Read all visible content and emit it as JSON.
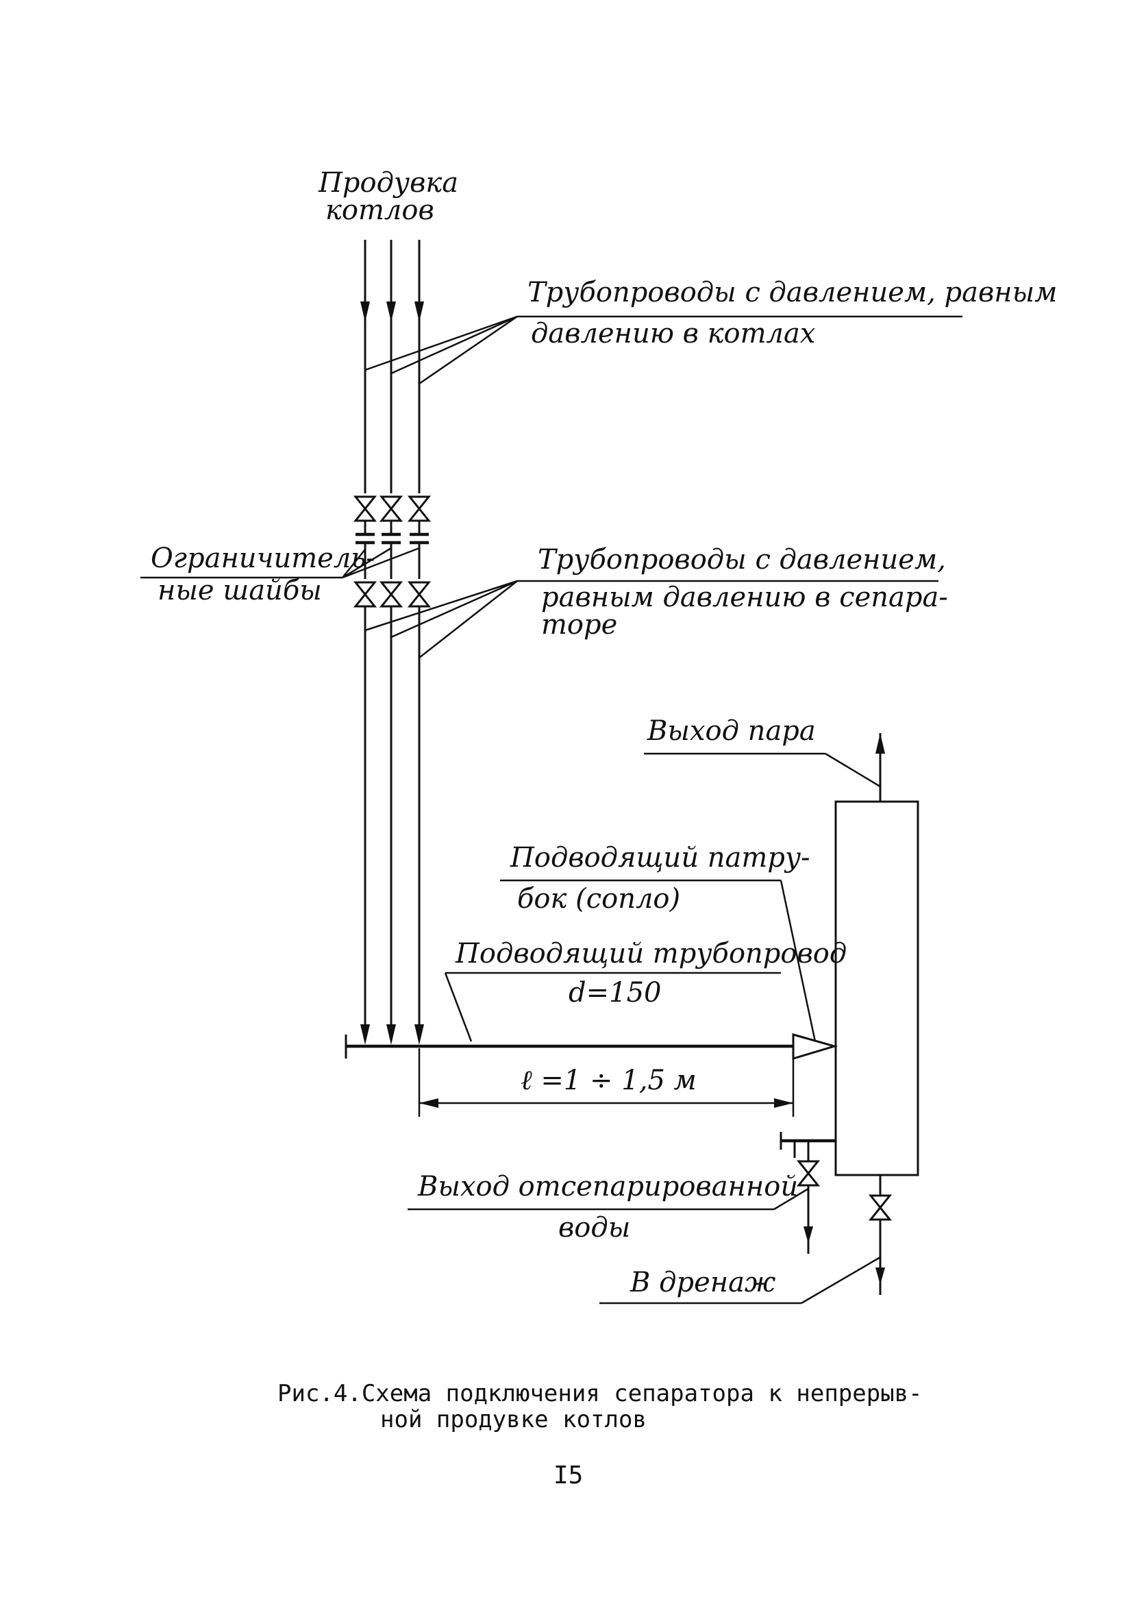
{
  "diagram": {
    "labels": {
      "blowdown_line1": "Продувка",
      "blowdown_line2": "котлов",
      "boiler_pressure_line1": "Трубопроводы с давлением, равным",
      "boiler_pressure_line2": "давлению в котлах",
      "restrictor_line1": "Ограничитель-",
      "restrictor_line2": "ные шайбы",
      "separator_pressure_line1": "Трубопроводы с давлением,",
      "separator_pressure_line2": "равным давлению в сепара-",
      "separator_pressure_line3": "торе",
      "steam_outlet": "Выход пара",
      "nozzle_line1": "Подводящий патру-",
      "nozzle_line2": "бок (сопло)",
      "supply_pipe": "Подводящий трубопровод",
      "supply_diameter": "d=150",
      "pipe_length": "ℓ =1 ÷ 1,5 м",
      "water_outlet_line1": "Выход отсепарированной",
      "water_outlet_line2": "воды",
      "drain": "В дренаж"
    }
  },
  "caption": {
    "line1": "Рис.4.Схема подключения сепаратора к непрерыв-",
    "line2": "ной продувке котлов"
  },
  "page_number": "I5"
}
